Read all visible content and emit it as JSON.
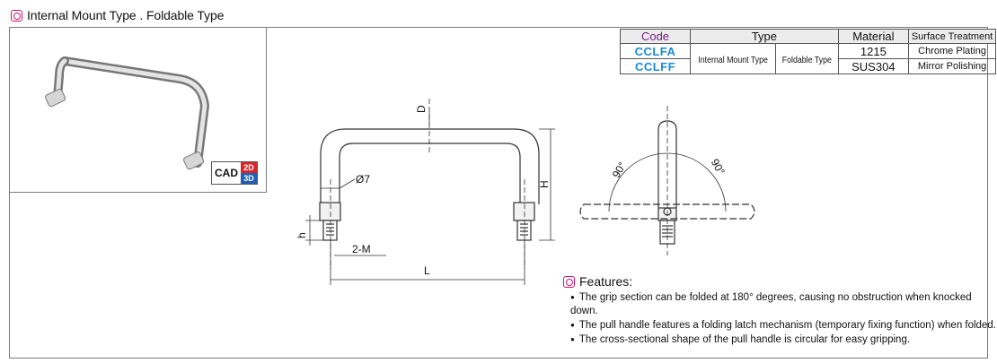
{
  "header": {
    "title": "Internal Mount Type . Foldable Type"
  },
  "cad_badge": {
    "label": "CAD",
    "d2": "2D",
    "d3": "3D"
  },
  "spec_table": {
    "headers": {
      "code": "Code",
      "type": "Type",
      "material": "Material",
      "surface": "Surface Treatment"
    },
    "shared_type_1": "Internal Mount Type",
    "shared_type_2": "Foldable Type",
    "rows": [
      {
        "code": "CCLFA",
        "material": "1215",
        "surface": "Chrome Plating"
      },
      {
        "code": "CCLFF",
        "material": "SUS304",
        "surface": "Mirror Polishing"
      }
    ]
  },
  "drawing": {
    "dim_d": "D",
    "dim_h": "H",
    "dim_dia": "Ø7",
    "dim_h_small": "h",
    "dim_2m": "2-M",
    "dim_l": "L",
    "angle_left": "90°",
    "angle_right": "90°"
  },
  "features": {
    "heading": "Features:",
    "items": [
      "The grip section can be folded at 180° degrees, causing no obstruction when knocked down.",
      "The pull handle features a folding latch mechanism (temporary fixing function) when folded.",
      "The cross-sectional shape of the pull handle is circular for easy gripping."
    ]
  },
  "colors": {
    "accent": "#d0146f",
    "code_blue": "#1a8bd6",
    "cad_red": "#d8262b",
    "cad_blue": "#1e5fb4"
  }
}
